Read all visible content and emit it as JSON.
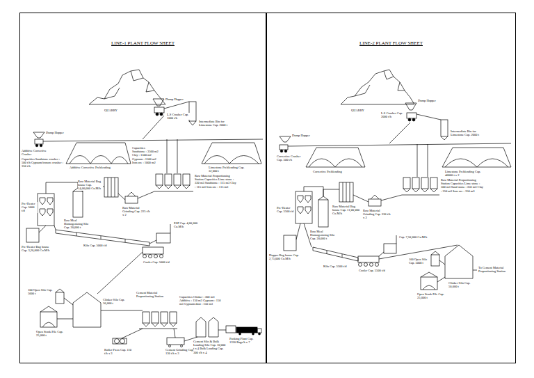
{
  "diagram": {
    "nodes": [
      {
        "text": [
          "LINE-1 PLANT FLOW SHEET"
        ]
      },
      {
        "text": [
          "LINE-2 PLANT FLOW SHEET"
        ]
      }
    ],
    "labels": [
      "QUARRY",
      "Dump Hopper",
      "L.S Crusher Cap. 1000 t/h",
      "Intermediate Bin for Limestone Cap. 2000 t",
      "Dump Hopper",
      "Additive Corrective Crusher",
      "Capacities Sandstone crusher : 500 t/h Gypsum/ironore crusher : 350 t/h",
      "Additive Corrective Preblending",
      "Capacities Sandstone : 3500 m2 Clay : 1500 m2 Gypsum : 1500 m2 Iron ore : 1000 m2",
      "Limestone Preblending Cap. 32,000 t",
      "Raw Material Proportioning Station Capacities Lime stone : 330 m3 Sandstone : 115 m3 Clay : 115 m3 Iron ore : 115 m3",
      "Raw Material Bag house Cap. 14,00,000 Cu.M/h",
      "Raw Material Grinding Cap. 225 t/h x 2",
      "Raw Meal Homogenizing Silo Cap. 20,000 t",
      "Pre-Heater Cap. 5000 t/d",
      "Pre-Heater Bag house Cap. 3,20,000 Cu.M/h",
      "Kiln Cap. 5000 t/d",
      "ESP Cap. 4,00,000 Cu.M/h",
      "Cooler Cap. 5000 t/d",
      "Clinker Silo Cap. 50,000 t",
      "100 Open Silo Cap. 5000 t",
      "Open Stock Pile Cap. 25,000 t",
      "Cement Material Proportioning Station",
      "Capacities Clinker : 300 m3 Additive : 150 m3 Gypsum : 150 m3 Gypsum dust : 150 m3",
      "Roller Press Cap. 110 t/h x 3",
      "Cement Grinding Cap. 130 t/h x 3",
      "Cement Silo & Bulk Loading Silo Cap. 10,000 t x 4 Bulk Loading Cap. 300 t/h x 4",
      "Packing Plant Cap. 1320 Bags/h x 7",
      "QUARRY",
      "Dump Hopper",
      "L.S Crusher Cap. 2000 t/h",
      "Intermediate Bin for Limestone Cap. 2000 t",
      "Dump Hopper",
      "Corrective Crusher Cap. 500 t/h",
      "Corrective Preblending",
      "Limestone Preblending Cap. 40000 t x 2",
      "Raw Material Proportioning Station Capacities Lime stone : 500 m3 Sand stone : 350 m3 Clay : 350 m3 Iron ore : 350 m3",
      "Raw Material Bag house Cap. 11,00,000 Cu.M/h",
      "Raw Material Grinding Cap. 330 t/h x 2",
      "Raw Meal Homogenizing Silo Cap. 20,000 t",
      "Pre-Heater Cap. 5500 t/d",
      "Hopper Bag house Cap. 2,75,000 Cu.M/h",
      "Kiln Cap. 5500 t/d",
      "Cooler Cap. 5500 t/d",
      "Cap. 7,50,000 Cu.M/h",
      "Clinker Silo Cap. 50,000 t",
      "100 Open Silo Cap. 5000 t",
      "Open Stock Pile Cap. 25,000 t",
      "To Cement Material Proportioning Station"
    ]
  }
}
